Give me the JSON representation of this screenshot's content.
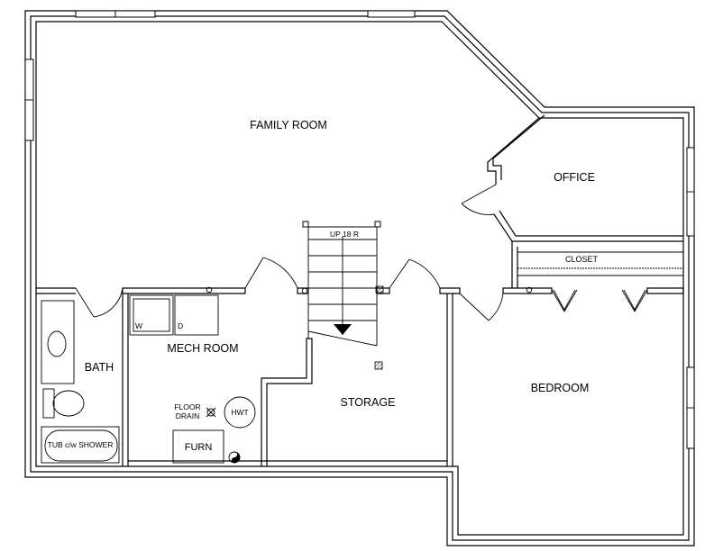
{
  "rooms": {
    "family_room": "FAMILY ROOM",
    "office": "OFFICE",
    "closet": "CLOSET",
    "bath": "BATH",
    "mech_room": "MECH ROOM",
    "storage": "STORAGE",
    "bedroom": "BEDROOM"
  },
  "labels": {
    "stairs": "UP 18 R",
    "washer": "W",
    "dryer": "D",
    "floor_drain_line1": "FLOOR",
    "floor_drain_line2": "DRAIN",
    "hwt": "HWT",
    "furnace": "FURN",
    "tub": "TUB c/w SHOWER"
  }
}
